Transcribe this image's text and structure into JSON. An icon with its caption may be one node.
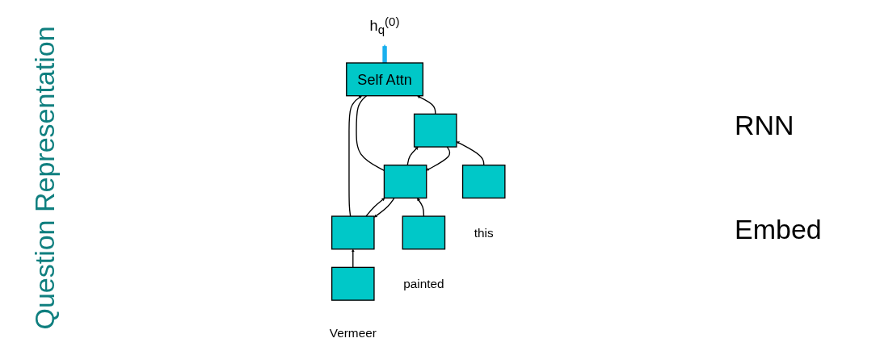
{
  "diagram": {
    "nodes": [
      {
        "text": [
          "Self Attn"
        ]
      },
      {
        "text": [
          "h$_{q}$$^{(0)}$"
        ]
      },
      {
        "text": [],
        "shape": "box"
      },
      {
        "text": [],
        "shape": "box"
      },
      {
        "text": [],
        "shape": "box"
      },
      {
        "text": [],
        "shape": "box",
        "beside": [
          "Vermeer"
        ]
      },
      {
        "text": [],
        "shape": "box",
        "beside": [
          "painted"
        ]
      },
      {
        "text": [],
        "shape": "box",
        "beside": [
          "this"
        ]
      }
    ],
    "edges": [
      {
        "from": 0,
        "to": 1,
        "arrow": "to",
        "style": "thick",
        "color": "#1ab0ee"
      },
      {
        "from": 2,
        "to": 0,
        "arrow": "to"
      },
      {
        "from": 3,
        "to": 0,
        "arrow": "none"
      },
      {
        "from": 4,
        "to": 0,
        "arrow": "to"
      },
      {
        "from": 3,
        "to": 2,
        "arrow": "to"
      },
      {
        "from": 2,
        "to": 3,
        "arrow": "to"
      },
      {
        "from": 4,
        "to": 3,
        "arrow": "to"
      },
      {
        "from": 3,
        "to": 4,
        "arrow": "to"
      },
      {
        "from": 5,
        "to": 2,
        "arrow": "to"
      },
      {
        "from": 6,
        "to": 3,
        "arrow": "to"
      },
      {
        "from": 7,
        "to": 4,
        "arrow": "to"
      }
    ],
    "labels": [
      "Question Representation",
      "RNN",
      "Embed"
    ]
  }
}
